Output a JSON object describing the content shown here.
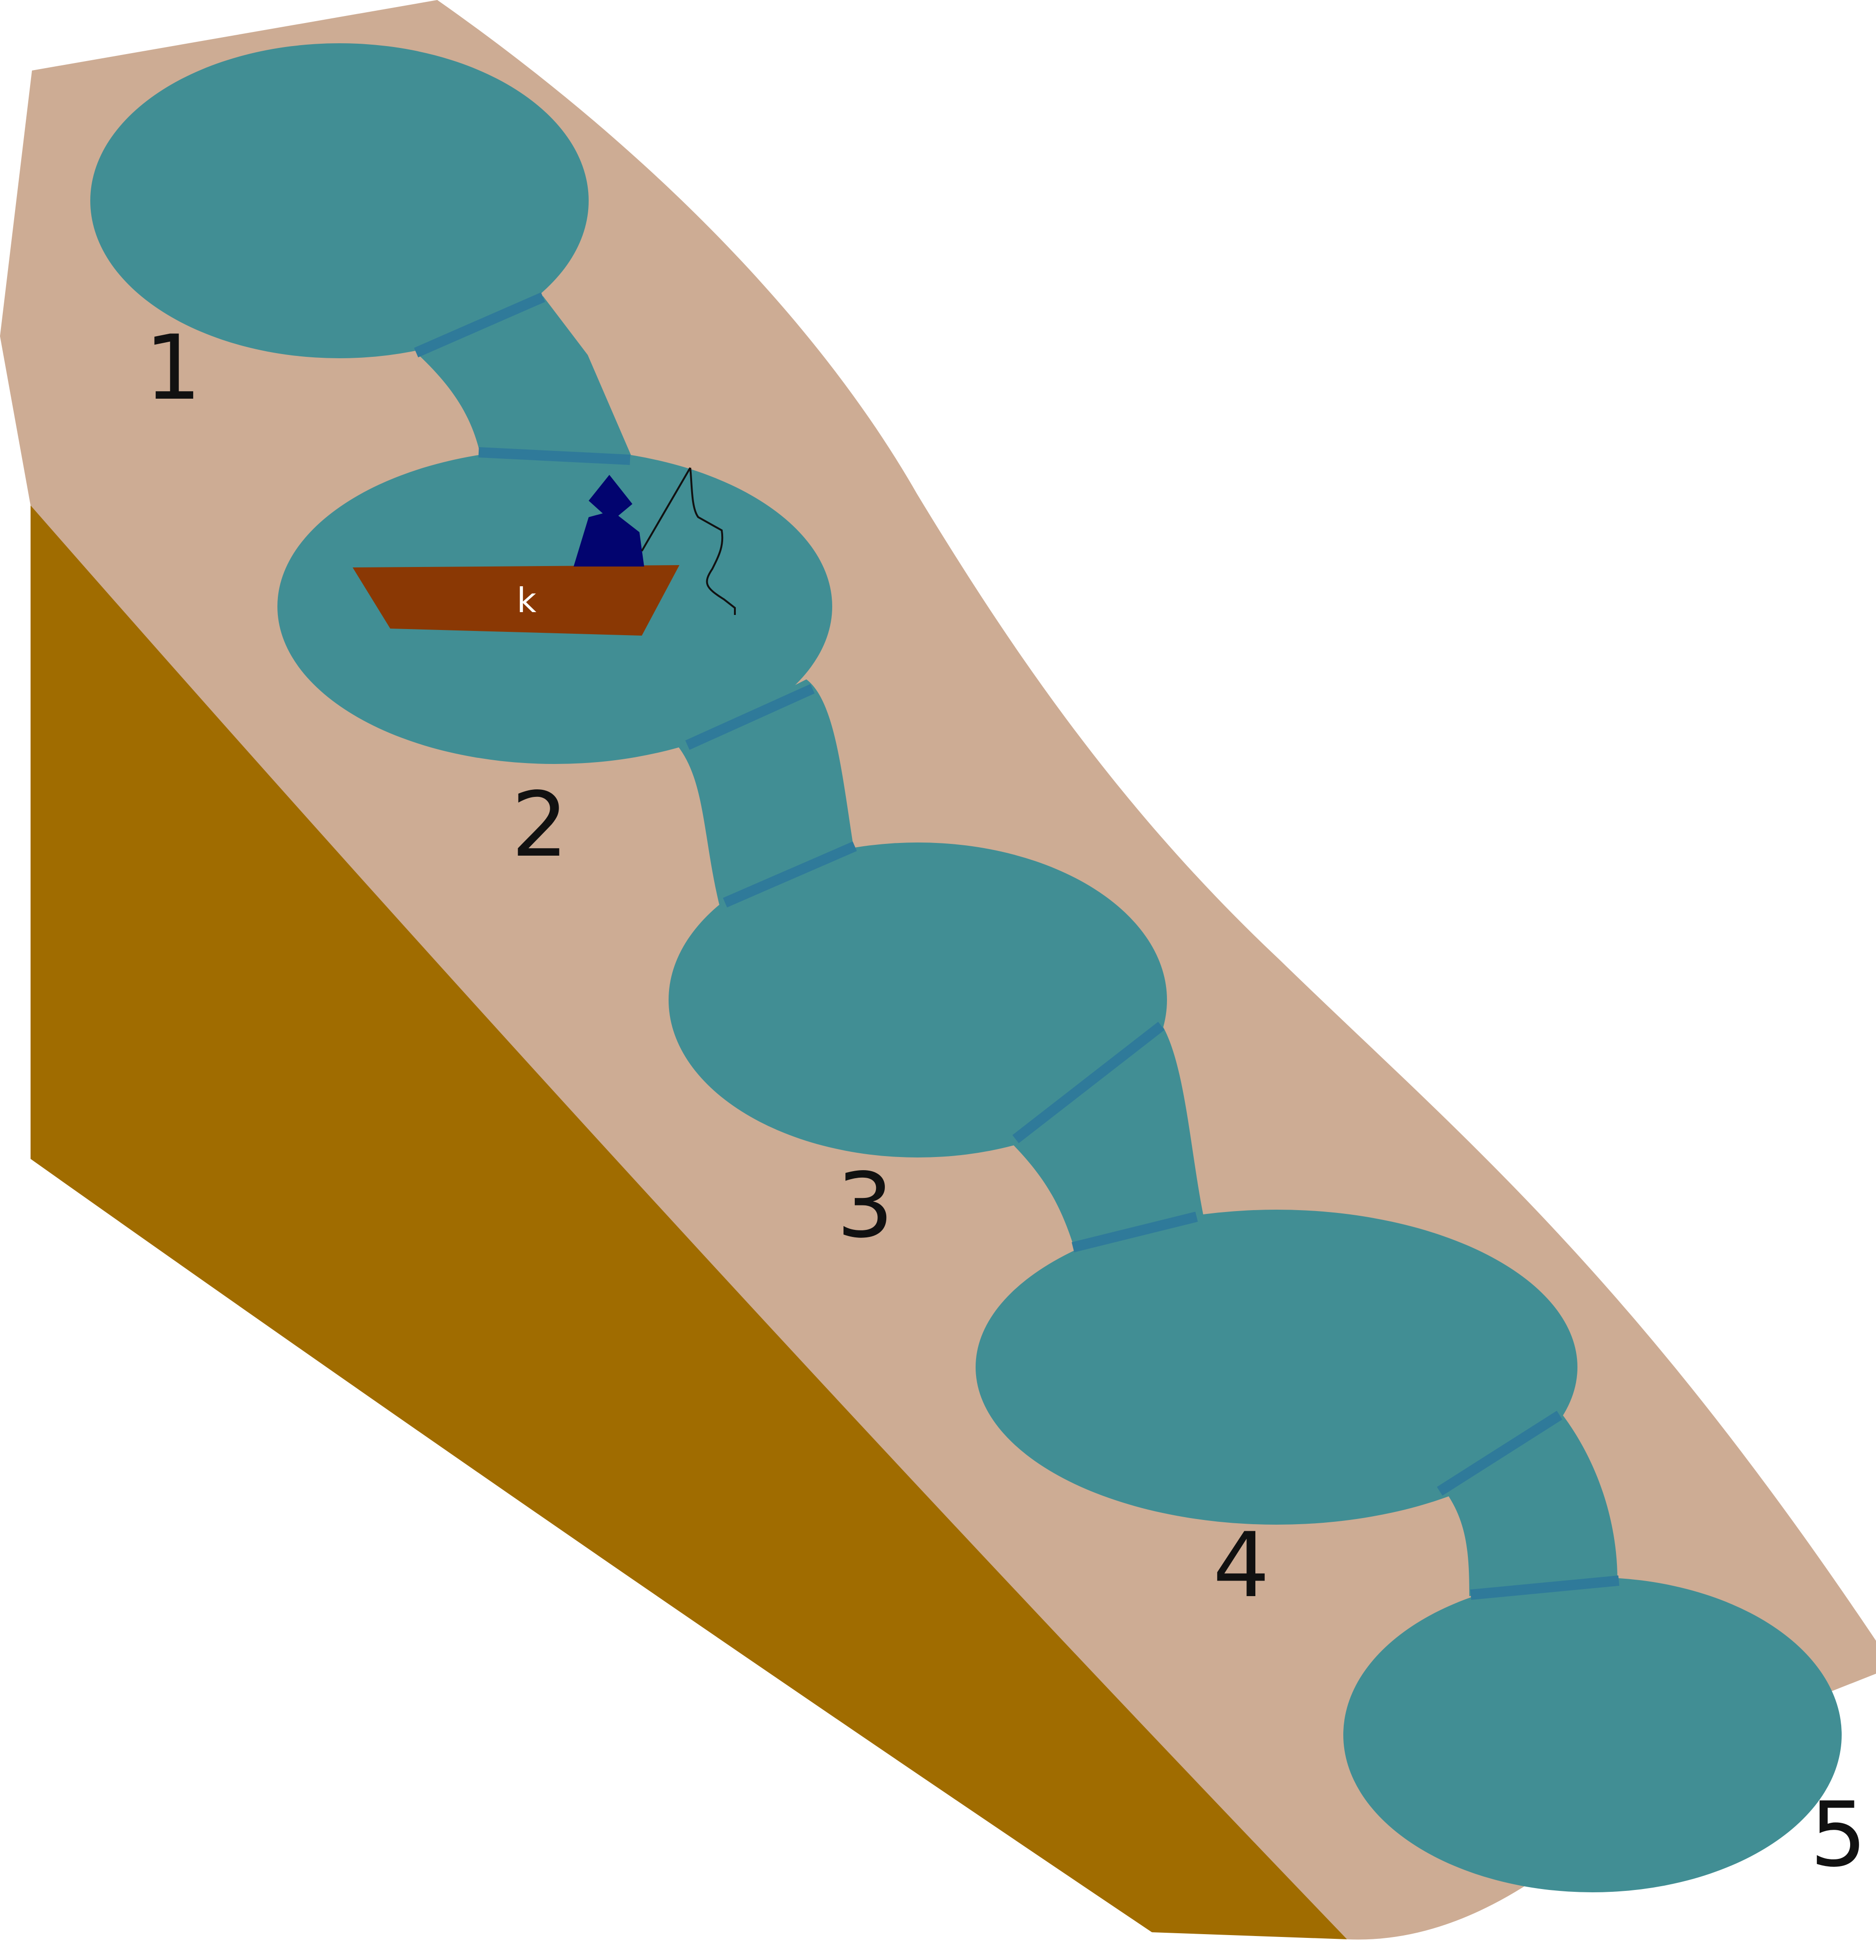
{
  "diagram": {
    "lakes": [
      {
        "label": "1"
      },
      {
        "label": "2"
      },
      {
        "label": "3"
      },
      {
        "label": "4"
      },
      {
        "label": "5"
      }
    ],
    "boat": {
      "label": "k"
    }
  },
  "colors": {
    "ground_top": "#cdac94",
    "ground_side": "#a06c00",
    "water": "#418e94",
    "dam": "#2f7a9a",
    "boat": "#8a3804",
    "person": "#02046f",
    "line": "#111111"
  }
}
